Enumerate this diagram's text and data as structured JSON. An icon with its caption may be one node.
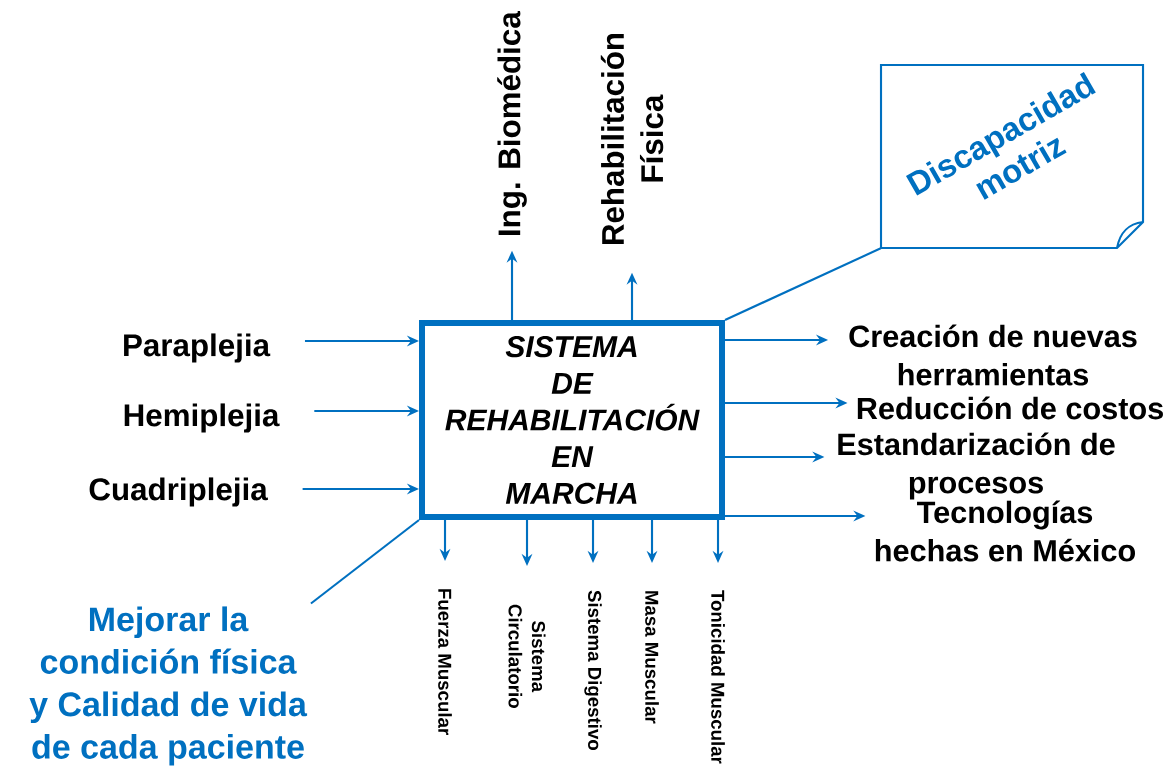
{
  "diagram": {
    "nodes": [
      {
        "text": [
          "SISTEMA DE REHABILITACIÓN EN MARCHA"
        ]
      },
      {
        "text": [
          "Paraplejia"
        ]
      },
      {
        "text": [
          "Hemiplejia"
        ]
      },
      {
        "text": [
          "Cuadriplejia"
        ]
      },
      {
        "text": [
          "Ing. Biomédica"
        ]
      },
      {
        "text": [
          "Rehabilitación Física"
        ]
      },
      {
        "text": [
          "Discapacidad motriz"
        ]
      },
      {
        "text": [
          "Creación de nuevas herramientas"
        ]
      },
      {
        "text": [
          "Reducción de costos"
        ]
      },
      {
        "text": [
          "Estandarización de procesos"
        ]
      },
      {
        "text": [
          "Tecnologías hechas en México"
        ]
      },
      {
        "text": [
          "Fuerza Muscular"
        ]
      },
      {
        "text": [
          "Sistema Circulatorio"
        ]
      },
      {
        "text": [
          "Sistema Digestivo"
        ]
      },
      {
        "text": [
          "Masa Muscular"
        ]
      },
      {
        "text": [
          "Tonicidad Muscular"
        ]
      },
      {
        "text": [
          "Mejorar la condición física y Calidad de vida de cada paciente"
        ]
      }
    ],
    "edges": [
      {
        "from": 1,
        "to": 0,
        "arrow": "to"
      },
      {
        "from": 2,
        "to": 0,
        "arrow": "to"
      },
      {
        "from": 3,
        "to": 0,
        "arrow": "to"
      },
      {
        "from": 0,
        "to": 4,
        "arrow": "to"
      },
      {
        "from": 0,
        "to": 5,
        "arrow": "to"
      },
      {
        "from": 0,
        "to": 6,
        "arrow": "none"
      },
      {
        "from": 0,
        "to": 7,
        "arrow": "to"
      },
      {
        "from": 0,
        "to": 8,
        "arrow": "to"
      },
      {
        "from": 0,
        "to": 9,
        "arrow": "to"
      },
      {
        "from": 0,
        "to": 10,
        "arrow": "to"
      },
      {
        "from": 0,
        "to": 11,
        "arrow": "to"
      },
      {
        "from": 0,
        "to": 12,
        "arrow": "to"
      },
      {
        "from": 0,
        "to": 13,
        "arrow": "to"
      },
      {
        "from": 0,
        "to": 14,
        "arrow": "to"
      },
      {
        "from": 0,
        "to": 15,
        "arrow": "to"
      },
      {
        "from": 16,
        "to": 0,
        "arrow": "none"
      }
    ]
  }
}
